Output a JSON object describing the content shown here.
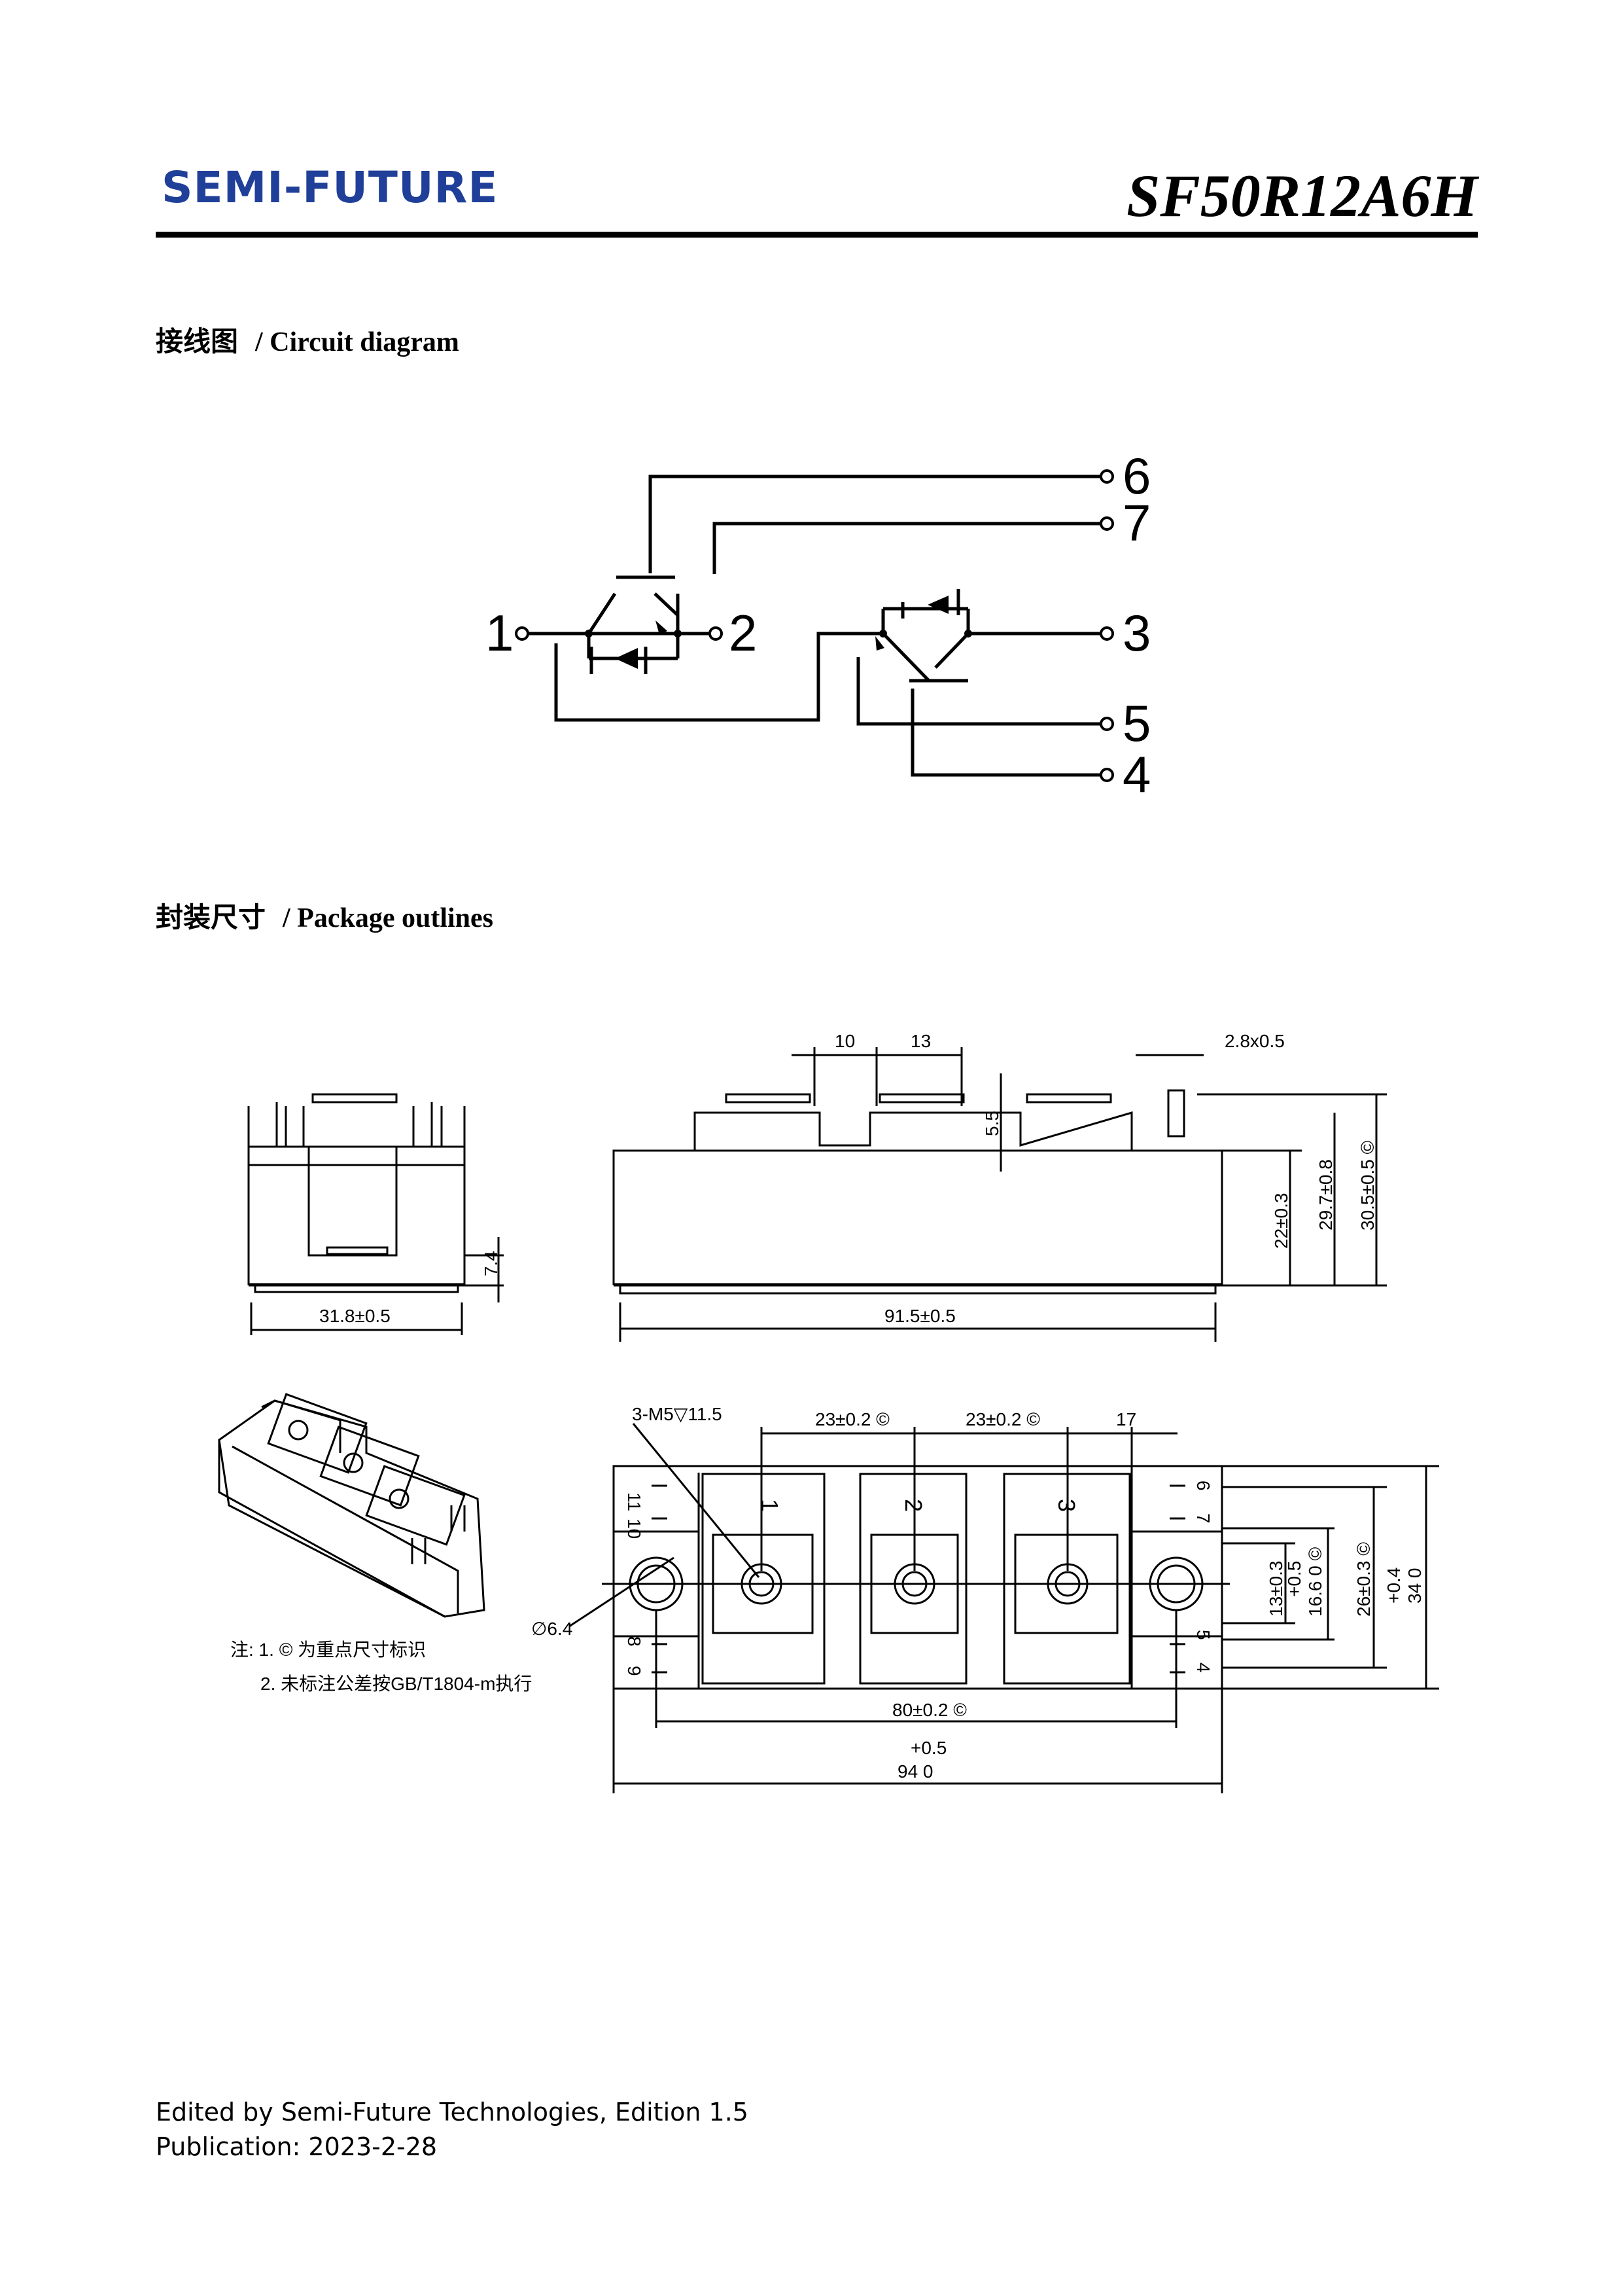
{
  "header": {
    "logo_text": "SEMI-FUTURE",
    "part_number": "SF50R12A6H",
    "brand_color": "#1f3f99"
  },
  "circuit_section": {
    "title_cn": "接线图",
    "title_en": "/ Circuit diagram",
    "terminals": [
      "1",
      "2",
      "3",
      "4",
      "5",
      "6",
      "7"
    ]
  },
  "package_section": {
    "title_cn": "封装尺寸",
    "title_en": "/ Package outlines",
    "side_view": {
      "height_label": "7.4",
      "width_label": "31.8±0.5"
    },
    "front_view": {
      "dims_top": [
        "10",
        "13",
        "2.8x0.5"
      ],
      "step_label": "5.5",
      "heights": [
        "22±0.3",
        "29.7±0.8",
        "30.5±0.5 ©"
      ],
      "length_label": "91.5±0.5"
    },
    "top_view": {
      "hole_label": "3-M5▽11.5",
      "pitch_1": "23±0.2 ©",
      "pitch_2": "23±0.2 ©",
      "dim_17": "17",
      "mount_hole": "∅6.4",
      "vertical_dims": [
        "13±0.3",
        "+0.5",
        "16.6 0 ©",
        "26±0.3 ©",
        "+0.4",
        "34 0"
      ],
      "mount_pitch": "80±0.2 ©",
      "overall_tol": "+0.5",
      "overall_len": "94 0",
      "pin_labels_left": [
        "11",
        "10",
        "8",
        "9"
      ],
      "pin_labels_right": [
        "6",
        "7",
        "5",
        "4"
      ],
      "terminal_labels": [
        "1",
        "2",
        "3"
      ]
    },
    "notes": {
      "line1": "注: 1. © 为重点尺寸标识",
      "line2": "2. 未标注公差按GB/T1804-m执行"
    }
  },
  "footer": {
    "edited_by": "Edited by Semi-Future Technologies, Edition 1.5",
    "publication": "Publication: 2023-2-28"
  }
}
